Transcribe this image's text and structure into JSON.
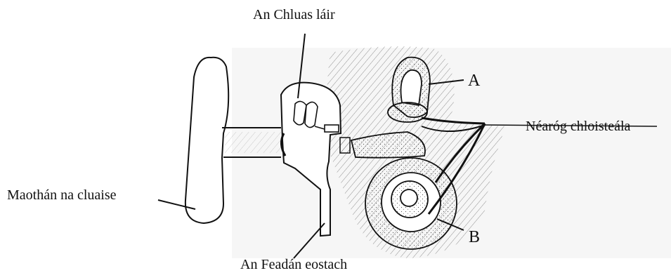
{
  "labels": {
    "middle_ear": "An Chluas láir",
    "a": "A",
    "auditory_nerve": "Néaróg chloisteála",
    "ear_lobe": "Maothán na cluaise",
    "b": "B",
    "eustachian_tube": "An Feadán eostach"
  }
}
